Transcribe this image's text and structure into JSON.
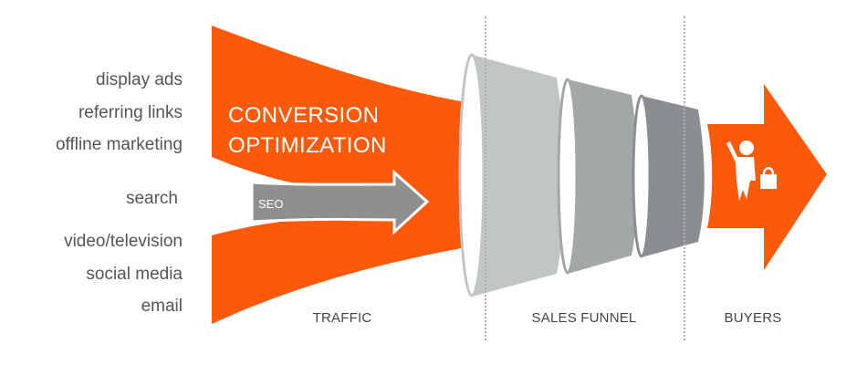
{
  "sources": {
    "items": [
      {
        "label": "display ads"
      },
      {
        "label": "referring links"
      },
      {
        "label": "offline marketing"
      },
      {
        "label": "search"
      },
      {
        "label": "video/television"
      },
      {
        "label": "social media"
      },
      {
        "label": "email"
      }
    ]
  },
  "traffic_funnel": {
    "title_line1": "CONVERSION",
    "title_line2": "OPTIMIZATION",
    "seo_label": "SEO",
    "color": "#fc5a0a"
  },
  "sales_funnel": {
    "stage_colors": [
      "#c0c6c6",
      "#a3a7a8",
      "#8b8e90"
    ]
  },
  "buyers": {
    "icon": "buyer-with-shopping-bag-icon",
    "color": "#fc5a0a"
  },
  "stages": {
    "traffic": "TRAFFIC",
    "sales_funnel": "SALES FUNNEL",
    "buyers": "BUYERS"
  }
}
